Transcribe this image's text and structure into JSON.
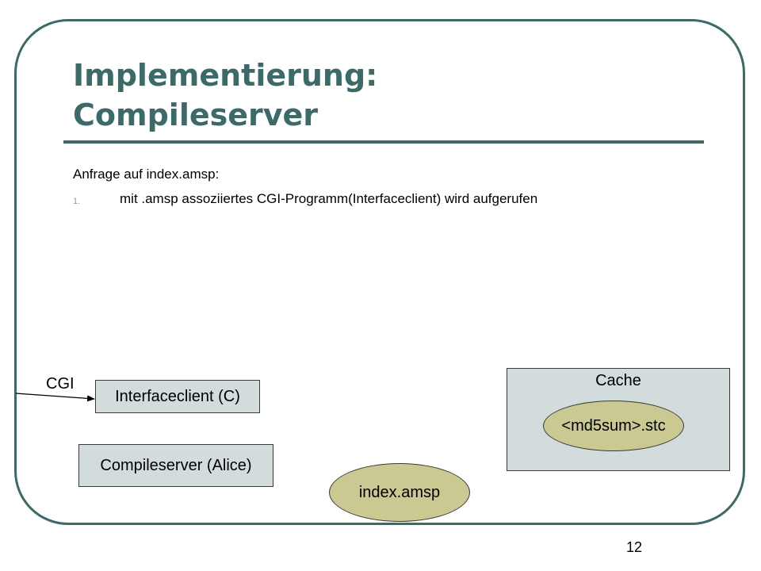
{
  "slide": {
    "title_line1": "Implementierung:",
    "title_line2": "Compileserver",
    "intro": "Anfrage auf index.amsp:",
    "steps": [
      {
        "number": "1.",
        "text": "mit .amsp assoziiertes CGI-Programm(Interfaceclient) wird aufgerufen"
      }
    ],
    "page_number": "12"
  },
  "diagram": {
    "cgi_label": "CGI",
    "interfaceclient_label": "Interfaceclient (C)",
    "compileserver_label": "Compileserver (Alice)",
    "cache_label": "Cache",
    "cache_file_label": "<md5sum>.stc",
    "index_file_label": "index.amsp"
  },
  "colors": {
    "accent": "#3b6b68",
    "box_fill": "#d3dcdd",
    "ellipse_fill": "#c9c991"
  }
}
